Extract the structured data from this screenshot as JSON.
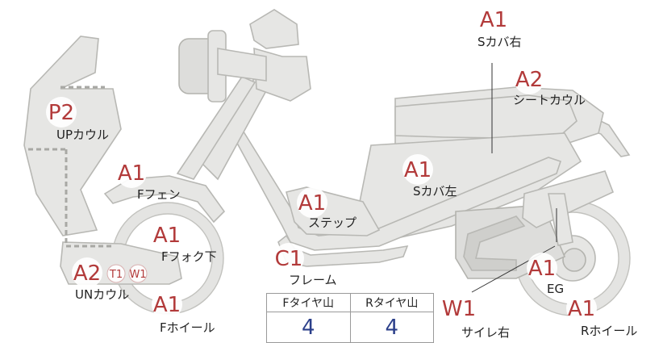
{
  "parts": [
    {
      "id": "s-cover-right",
      "grade": "A1",
      "label": "Sカバ右"
    },
    {
      "id": "seat-cowl",
      "grade": "A2",
      "label": "シートカウル"
    },
    {
      "id": "up-cowl",
      "grade": "P2",
      "label": "UPカウル"
    },
    {
      "id": "f-fender",
      "grade": "A1",
      "label": "Fフェン"
    },
    {
      "id": "s-cover-left",
      "grade": "A1",
      "label": "Sカバ左"
    },
    {
      "id": "step",
      "grade": "A1",
      "label": "ステップ"
    },
    {
      "id": "f-fork-lower",
      "grade": "A1",
      "label": "Fフォク下"
    },
    {
      "id": "frame",
      "grade": "C1",
      "label": "フレーム"
    },
    {
      "id": "un-cowl",
      "grade": "A2",
      "label": "UNカウル"
    },
    {
      "id": "engine",
      "grade": "A1",
      "label": "EG"
    },
    {
      "id": "f-wheel",
      "grade": "A1",
      "label": "Fホイール"
    },
    {
      "id": "silencer-right",
      "grade": "W1",
      "label": "サイレ右"
    },
    {
      "id": "r-wheel",
      "grade": "A1",
      "label": "Rホイール"
    }
  ],
  "un_cowl_extra": [
    "T1",
    "W1"
  ],
  "tread_table": {
    "headers": [
      "Fタイヤ山",
      "Rタイヤ山"
    ],
    "values": [
      "4",
      "4"
    ]
  },
  "colors": {
    "grade": "#b23a3a",
    "tread_value": "#2b3f8a",
    "part_fill": "#e6e6e4"
  }
}
